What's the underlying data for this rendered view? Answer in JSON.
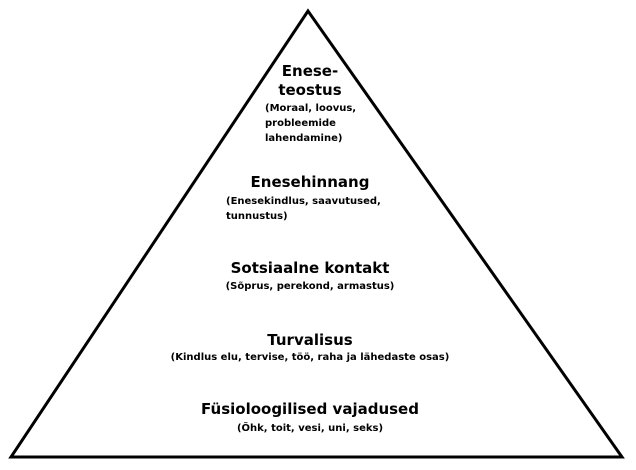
{
  "diagram": {
    "line_color": "#000000",
    "levels": [
      {
        "title_lines": [
          "Enese-",
          "teostus"
        ],
        "desc_lines": [
          "(Moraal, loovus,",
          "probleemide",
          "lahendamine)"
        ]
      },
      {
        "title_lines": [
          "Enesehinnang"
        ],
        "desc_lines": [
          "(Enesekindlus, saavutused,",
          "tunnustus)"
        ]
      },
      {
        "title_lines": [
          "Sotsiaalne kontakt"
        ],
        "desc_lines": [
          "(Sõprus, perekond, armastus)"
        ]
      },
      {
        "title_lines": [
          "Turvalisus"
        ],
        "desc_lines": [
          "(Kindlus elu, tervise, töö, raha ja lähedaste osas)"
        ]
      },
      {
        "title_lines": [
          "Füsioloogilised vajadused"
        ],
        "desc_lines": [
          "(Õhk, toit, vesi, uni, seks)"
        ]
      }
    ]
  }
}
